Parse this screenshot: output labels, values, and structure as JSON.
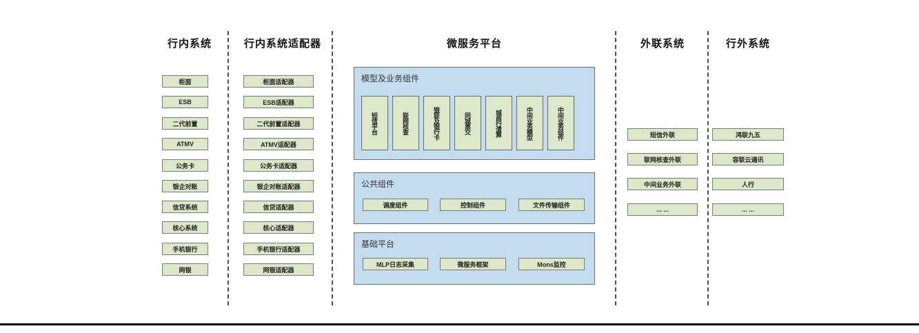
{
  "diagram": {
    "colors": {
      "green_fill": "#dce8c9",
      "green_border": "#7a7a7a",
      "blue_fill": "#c4dcf0",
      "blue_border": "#6e6e6e",
      "divider": "#4d4d4d",
      "line": "#000000"
    },
    "columns": {
      "internal": {
        "header": "行内系统",
        "items": [
          "柜面",
          "ESB",
          "二代前置",
          "ATMV",
          "公务卡",
          "银企对账",
          "信贷系统",
          "核心系统",
          "手机银行",
          "网银"
        ]
      },
      "adapters": {
        "header": "行内系统适配器",
        "items": [
          "柜面适配器",
          "ESB适配器",
          "二代前置适配器",
          "ATMV适配器",
          "公务卡适配器",
          "银企对账适配器",
          "信贷适配器",
          "核心适配器",
          "手机银行适配器",
          "网银适配器"
        ]
      },
      "platform": {
        "header": "微服务平台",
        "model_group": {
          "title": "模型及业务组件",
          "items": [
            "短信平台",
            "联网核查",
            "银联及银行卡",
            "同城票交",
            "城商行清算",
            "中间业务模型",
            "中间业务组件"
          ]
        },
        "common_group": {
          "title": "公共组件",
          "items": [
            "调度组件",
            "控制组件",
            "文件传输组件"
          ]
        },
        "base_group": {
          "title": "基础平台",
          "items": [
            "MLP日志采集",
            "微服务框架",
            "Mons监控"
          ]
        }
      },
      "external": {
        "header": "外联系统",
        "items": [
          "短信外联",
          "联网核查外联",
          "中间业务外联",
          "... ..."
        ]
      },
      "outside": {
        "header": "行外系统",
        "items": [
          "鸿联九五",
          "容联云通讯",
          "人行",
          "... ..."
        ]
      }
    }
  }
}
